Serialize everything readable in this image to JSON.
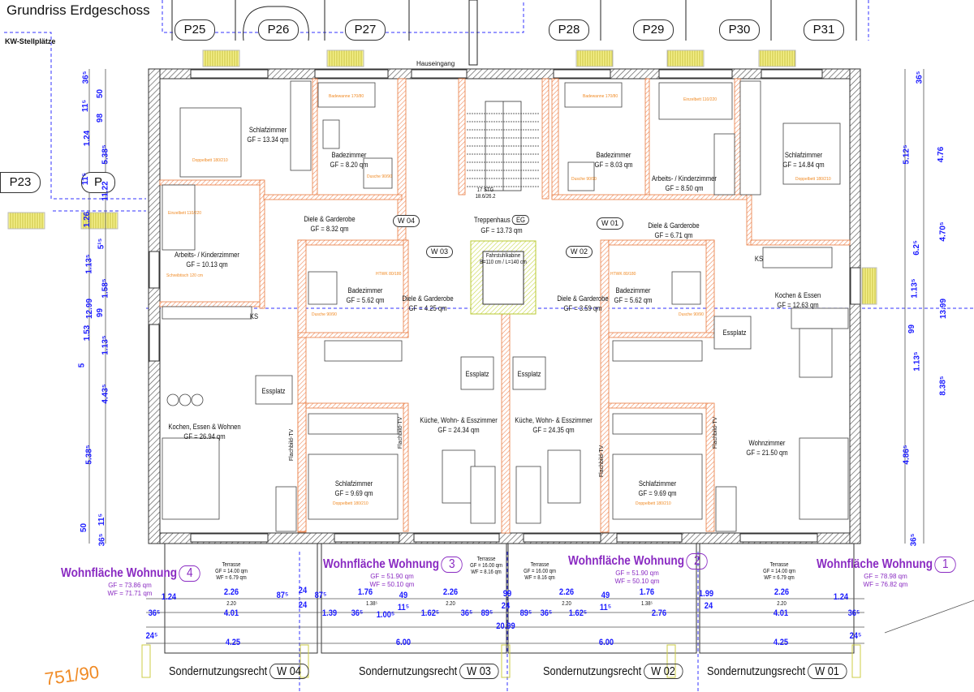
{
  "title": "Grundriss Erdgeschoss",
  "site": {
    "kw_label": "KW-Stellplätze",
    "parcel": "751/90",
    "p23": "P23",
    "p24": "P",
    "entrance": "Hauseingang"
  },
  "parking": [
    "P25",
    "P26",
    "P27",
    "P28",
    "P29",
    "P30",
    "P31"
  ],
  "rooms": [
    {
      "name": "Schlafzimmer",
      "area": "GF = 13.34 qm"
    },
    {
      "name": "Badezimmer",
      "area": "GF = 8.20 qm"
    },
    {
      "name": "Arbeits- / Kinderzimmer",
      "area": "GF = 10.13 qm"
    },
    {
      "name": "Diele & Garderobe",
      "area": "GF = 8.32 qm"
    },
    {
      "name": "Treppenhaus",
      "area": "GF = 13.73 qm",
      "tag": "EG"
    },
    {
      "name": "Badezimmer",
      "area": "GF = 8.03 qm"
    },
    {
      "name": "Arbeits- / Kinderzimmer",
      "area": "GF = 8.50 qm"
    },
    {
      "name": "Schlafzimmer",
      "area": "GF = 14.84 qm"
    },
    {
      "name": "Diele & Garderobe",
      "area": "GF = 6.71 qm"
    },
    {
      "name": "Badezimmer",
      "area": "GF = 5.62 qm"
    },
    {
      "name": "Diele & Garderobe",
      "area": "GF = 4.25 qm"
    },
    {
      "name": "Diele & Garderobe",
      "area": "GF = 3.59 qm"
    },
    {
      "name": "Badezimmer",
      "area": "GF = 5.62 qm"
    },
    {
      "name": "Kochen & Essen",
      "area": "GF = 12.63 qm"
    },
    {
      "name": "Kochen, Essen & Wohnen",
      "area": "GF = 26.94 qm"
    },
    {
      "name": "Küche, Wohn- & Esszimmer",
      "area": "GF = 24.34 qm"
    },
    {
      "name": "Küche, Wohn- & Esszimmer",
      "area": "GF = 24.35 qm"
    },
    {
      "name": "Wohnzimmer",
      "area": "GF = 21.50 qm"
    },
    {
      "name": "Schlafzimmer",
      "area": "GF = 9.69 qm"
    },
    {
      "name": "Schlafzimmer",
      "area": "GF = 9.69 qm"
    }
  ],
  "essplatz": "Essplatz",
  "ks": "KS",
  "door_tags": [
    "W 04",
    "W 03",
    "W 02",
    "W 01"
  ],
  "stairs": {
    "steps": "17 STG",
    "ratio": "18.6/26.2"
  },
  "elevator": {
    "label": "Fahrstuhlkabine",
    "size": "B=110 cm / L=140 cm"
  },
  "flatscreen": "Flachbild-TV",
  "furniture": {
    "double_bed": "Doppelbett 180/210",
    "single_bed": "Einzelbett 110/220",
    "shower": "Dusche 90/90",
    "bathtub": "Badewanne 170/80",
    "desk": "Schreibtisch 120 cm",
    "towel": "HTWK 80/180"
  },
  "apartments": [
    {
      "label": "Wohnfläche Wohnung",
      "num": "4",
      "gf": "GF = 73.86 qm",
      "wf": "WF = 71.71 qm"
    },
    {
      "label": "Wohnfläche Wohnung",
      "num": "3",
      "gf": "GF = 51.90 qm",
      "wf": "WF = 50.10 qm"
    },
    {
      "label": "Wohnfläche Wohnung",
      "num": "2",
      "gf": "GF = 51.90 qm",
      "wf": "WF = 50.10 qm"
    },
    {
      "label": "Wohnfläche Wohnung",
      "num": "1",
      "gf": "GF = 78.98 qm",
      "wf": "WF = 76.82 qm"
    }
  ],
  "terraces": [
    {
      "label": "Terrasse",
      "gf": "GF = 14.00 qm",
      "wf": "WF = 6.79 qm"
    },
    {
      "label": "Terrasse",
      "gf": "GF = 16.00 qm",
      "wf": "WF = 8.16 qm"
    },
    {
      "label": "Terrasse",
      "gf": "GF = 16.00 qm",
      "wf": "WF = 8.16 qm"
    },
    {
      "label": "Terrasse",
      "gf": "GF = 14.00 qm",
      "wf": "WF = 6.79 qm"
    }
  ],
  "special_use": [
    {
      "label": "Sondernutzungsrecht",
      "tag": "W 04"
    },
    {
      "label": "Sondernutzungsrecht",
      "tag": "W 03"
    },
    {
      "label": "Sondernutzungsrecht",
      "tag": "W 02"
    },
    {
      "label": "Sondernutzungsrecht",
      "tag": "W 01"
    }
  ],
  "dims_bottom": [
    "1.24",
    "2.26",
    "87⁵",
    "24",
    "87⁵",
    "1.76",
    "49",
    "2.26",
    "99",
    "2.26",
    "49",
    "1.76",
    "1.99",
    "2.26",
    "1.24",
    "36⁵",
    "4.01",
    "24",
    "1.39",
    "36⁵",
    "1.00⁵",
    "11⁵",
    "1.62⁵",
    "36⁵",
    "89⁵",
    "24",
    "89⁵",
    "36⁵",
    "1.62⁵",
    "11⁵",
    "2.76",
    "24",
    "4.01",
    "36⁵",
    "20.99",
    "24⁵",
    "4.25",
    "6.00",
    "6.00",
    "4.25",
    "24⁵",
    "2.20",
    "2.20",
    "2.20",
    "2.20",
    "1.38⁵",
    "1.38⁵"
  ],
  "dims_left": [
    "36⁵",
    "50",
    "11⁵",
    "98",
    "1.24",
    "5.38⁵",
    "11⁵",
    "11.22",
    "1.26",
    "5¹⁵",
    "1.13⁵",
    "1.58⁵",
    "12.99",
    "99",
    "1.53",
    "1.13⁵",
    "5",
    "4.43⁵",
    "5.38⁵",
    "11⁵",
    "50",
    "36⁵"
  ],
  "dims_right": [
    "36⁵",
    "5.12⁵",
    "4.76",
    "4.70⁵",
    "6.2⁵",
    "13.99",
    "1.13⁵",
    "99",
    "1.13⁵",
    "8.38⁵",
    "4.86⁵",
    "36⁵"
  ]
}
